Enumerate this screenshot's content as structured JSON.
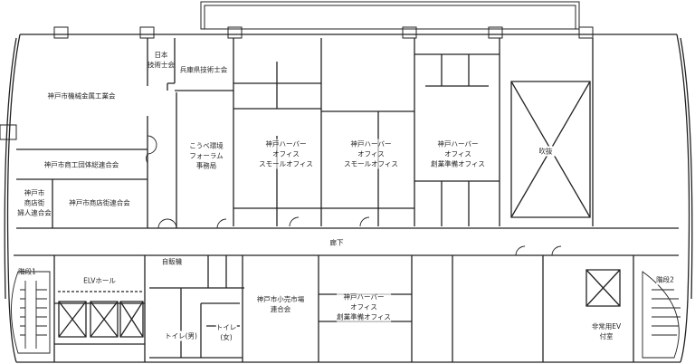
{
  "rooms": {
    "kikai": "神戸市機械金属工業会",
    "nihon_gijutsushi": "日本\n技術士会",
    "hyogo_gijutsushi": "兵庫県技術士会",
    "shoko_dantai": "神戸市商工団体総連合会",
    "shotengai_fujin": "神戸市\n商店街\n婦人連合会",
    "shotengai": "神戸市商店街連合会",
    "kobe_kankyo": "こうべ環境\nフォーラム\n事務局",
    "harbor_small_1": "神戸ハーバー\nオフィス\nスモールオフィス",
    "harbor_small_2": "神戸ハーバー\nオフィス\nスモールオフィス",
    "harbor_startup_1": "神戸ハーバー\nオフィス\n創業準備オフィス",
    "fukinuke": "吹抜",
    "corridor": "廊下",
    "stairs_1": "階段1",
    "elv_hall": "ELVホール",
    "vending": "自販機",
    "toilet_men": "トイレ(男)",
    "toilet_women": "トイレ\n(女)",
    "kouri_ichiba": "神戸市小売市場\n連合会",
    "harbor_startup_2": "神戸ハーバー\nオフィス\n創業準備オフィス",
    "stairs_2": "階段2",
    "emergency_ev": "非常用EV\n付室"
  }
}
